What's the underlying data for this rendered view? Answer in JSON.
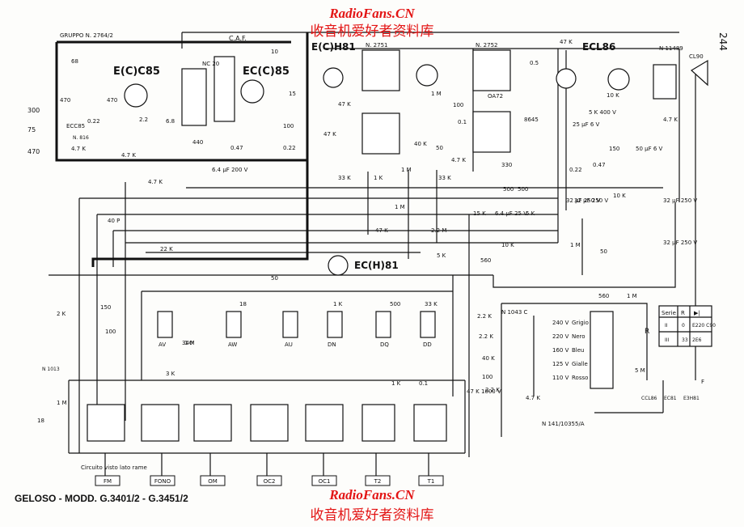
{
  "watermark": {
    "site_top": "RadioFans.CN",
    "cn_top": "收音机爱好者资料库",
    "site_bottom": "RadioFans.CN",
    "cn_bottom": "收音机爱好者资料库"
  },
  "page_number": "244",
  "title": "GELOSO - MODD. G.3401/2 - G.3451/2",
  "caption": "Circuito visto lato rame",
  "tubes": {
    "ecc85_a": "E(C)C85",
    "ecc85_b": "EC(C)85",
    "ech81_top": "E(C)H81",
    "ecl86": "ECL86",
    "ech81_mid": "EC(H)81",
    "ecc85_small": "ECC85",
    "cl90": "CL90",
    "oa72": "OA72",
    "eb45": "8645"
  },
  "labels": {
    "gruppo": "GRUPPO N. 2764/2",
    "caf": "C.A.F.",
    "n2751": "N. 2751",
    "n2752": "N. 2752",
    "n11489": "N 11489",
    "n816": "N. 816",
    "n1013": "N 1013",
    "n1043": "N 1043 C",
    "n141": "N 141/10355/A",
    "ant300": "300",
    "ant75": "75",
    "ant470": "470",
    "r_top": "47 K"
  },
  "components": [
    {
      "id": "c68",
      "text": "68"
    },
    {
      "id": "r470a",
      "text": "470"
    },
    {
      "id": "r470b",
      "text": "470"
    },
    {
      "id": "r047a",
      "text": "0.22"
    },
    {
      "id": "r22",
      "text": "2.2"
    },
    {
      "id": "r68b",
      "text": "6.8"
    },
    {
      "id": "nc20",
      "text": "NC 20"
    },
    {
      "id": "r440",
      "text": "440"
    },
    {
      "id": "r047b",
      "text": "0.47"
    },
    {
      "id": "r100a",
      "text": "100"
    },
    {
      "id": "r022b",
      "text": "0.22"
    },
    {
      "id": "r15a",
      "text": "15"
    },
    {
      "id": "r10a",
      "text": "10"
    },
    {
      "id": "r47kf",
      "text": "4.7 K"
    },
    {
      "id": "c64",
      "text": "6.4 µF 200 V"
    },
    {
      "id": "r47k2",
      "text": "4.7 K"
    },
    {
      "id": "r47k3",
      "text": "4.7 K"
    },
    {
      "id": "r47k4",
      "text": "47 K"
    },
    {
      "id": "r47k5",
      "text": "47 K"
    },
    {
      "id": "r33k",
      "text": "33 K"
    },
    {
      "id": "r1k",
      "text": "1 K"
    },
    {
      "id": "r1m",
      "text": "1 M"
    },
    {
      "id": "r40k",
      "text": "40 K"
    },
    {
      "id": "c50",
      "text": "50"
    },
    {
      "id": "r33k2",
      "text": "33 K"
    },
    {
      "id": "r47k6",
      "text": "4.7 K"
    },
    {
      "id": "r330",
      "text": "330"
    },
    {
      "id": "c500a",
      "text": "500"
    },
    {
      "id": "c500b",
      "text": "500"
    },
    {
      "id": "c100b",
      "text": "100"
    },
    {
      "id": "r1mb",
      "text": "1 M"
    },
    {
      "id": "c01a",
      "text": "0.1"
    },
    {
      "id": "c05",
      "text": "0.5"
    },
    {
      "id": "r5k",
      "text": "5 K 400 V"
    },
    {
      "id": "c25",
      "text": "25 µF 6 V"
    },
    {
      "id": "r10k",
      "text": "10 K"
    },
    {
      "id": "r150",
      "text": "150"
    },
    {
      "id": "c50uf",
      "text": "50 µF 6 V"
    },
    {
      "id": "c022c",
      "text": "0.22"
    },
    {
      "id": "c047c",
      "text": "0.47"
    },
    {
      "id": "r10kc",
      "text": "10 K"
    },
    {
      "id": "c32a",
      "text": "32 µF 250 V"
    },
    {
      "id": "c32b",
      "text": "32 µF 250 V"
    },
    {
      "id": "c32c",
      "text": "32 µF 250 V"
    },
    {
      "id": "c32d",
      "text": "32 µF 250 V"
    },
    {
      "id": "r47kd",
      "text": "4.7 K"
    },
    {
      "id": "r1mc",
      "text": "1 M"
    },
    {
      "id": "r47ke",
      "text": "47 K"
    },
    {
      "id": "r22m",
      "text": "2.2 M"
    },
    {
      "id": "r10kd",
      "text": "10 K"
    },
    {
      "id": "r15k",
      "text": "15 K"
    },
    {
      "id": "c64b",
      "text": "6.4 µF 25 V"
    },
    {
      "id": "r5kb",
      "text": "5 K"
    },
    {
      "id": "r1md",
      "text": "1 M"
    },
    {
      "id": "c50b",
      "text": "50"
    },
    {
      "id": "r22k",
      "text": "22 K"
    },
    {
      "id": "c40",
      "text": "40 P"
    },
    {
      "id": "c50c",
      "text": "50"
    },
    {
      "id": "r5kc",
      "text": "5 K"
    },
    {
      "id": "r560",
      "text": "560"
    },
    {
      "id": "r560b",
      "text": "560"
    },
    {
      "id": "r1mk",
      "text": "1 M"
    },
    {
      "id": "c2k",
      "text": "2 K"
    },
    {
      "id": "c150",
      "text": "150"
    },
    {
      "id": "c100c",
      "text": "100"
    },
    {
      "id": "c18",
      "text": "18"
    },
    {
      "id": "c340",
      "text": "340"
    },
    {
      "id": "r1kb",
      "text": "1 K"
    },
    {
      "id": "c500c",
      "text": "500"
    },
    {
      "id": "r33kc",
      "text": "33 K"
    },
    {
      "id": "r3k",
      "text": "3 K"
    },
    {
      "id": "r1kc",
      "text": "1 K"
    },
    {
      "id": "c01b",
      "text": "0.1"
    },
    {
      "id": "r22b",
      "text": "2.2 K"
    },
    {
      "id": "r22c",
      "text": "2.2 K"
    },
    {
      "id": "r40kb",
      "text": "40 K"
    },
    {
      "id": "r100d",
      "text": "100"
    },
    {
      "id": "r22d",
      "text": "2.2 K"
    },
    {
      "id": "c47k",
      "text": "47 K 1000 V"
    },
    {
      "id": "r47kg",
      "text": "4.7 K"
    },
    {
      "id": "r5m",
      "text": "5 M"
    },
    {
      "id": "r1mf",
      "text": "1 M"
    },
    {
      "id": "r18a",
      "text": "18"
    },
    {
      "id": "r1m2",
      "text": "1 M"
    }
  ],
  "coils": {
    "av": "AV",
    "aw": "AW",
    "au": "AU",
    "dn": "DN",
    "dq": "DQ",
    "dd": "DD"
  },
  "transformer_taps": [
    {
      "volt": "240 V",
      "color": "Grigio"
    },
    {
      "volt": "220 V",
      "color": "Nero"
    },
    {
      "volt": "160 V",
      "color": "Bleu"
    },
    {
      "volt": "125 V",
      "color": "Gialle"
    },
    {
      "volt": "110 V",
      "color": "Rosso"
    }
  ],
  "series_table": {
    "headers": [
      "Serie",
      "R",
      "▶|"
    ],
    "rows": [
      [
        "II",
        "0",
        "E220 C90"
      ],
      [
        "III",
        "33",
        "2E6"
      ]
    ]
  },
  "rectifier": {
    "r_label": "R",
    "c86": "CCL86",
    "e81": "EC81",
    "e3": "E3H81",
    "r_f": "F"
  },
  "band_buttons": [
    "FM",
    "FONO",
    "OM",
    "OC2",
    "OC1",
    "T2",
    "T1"
  ]
}
